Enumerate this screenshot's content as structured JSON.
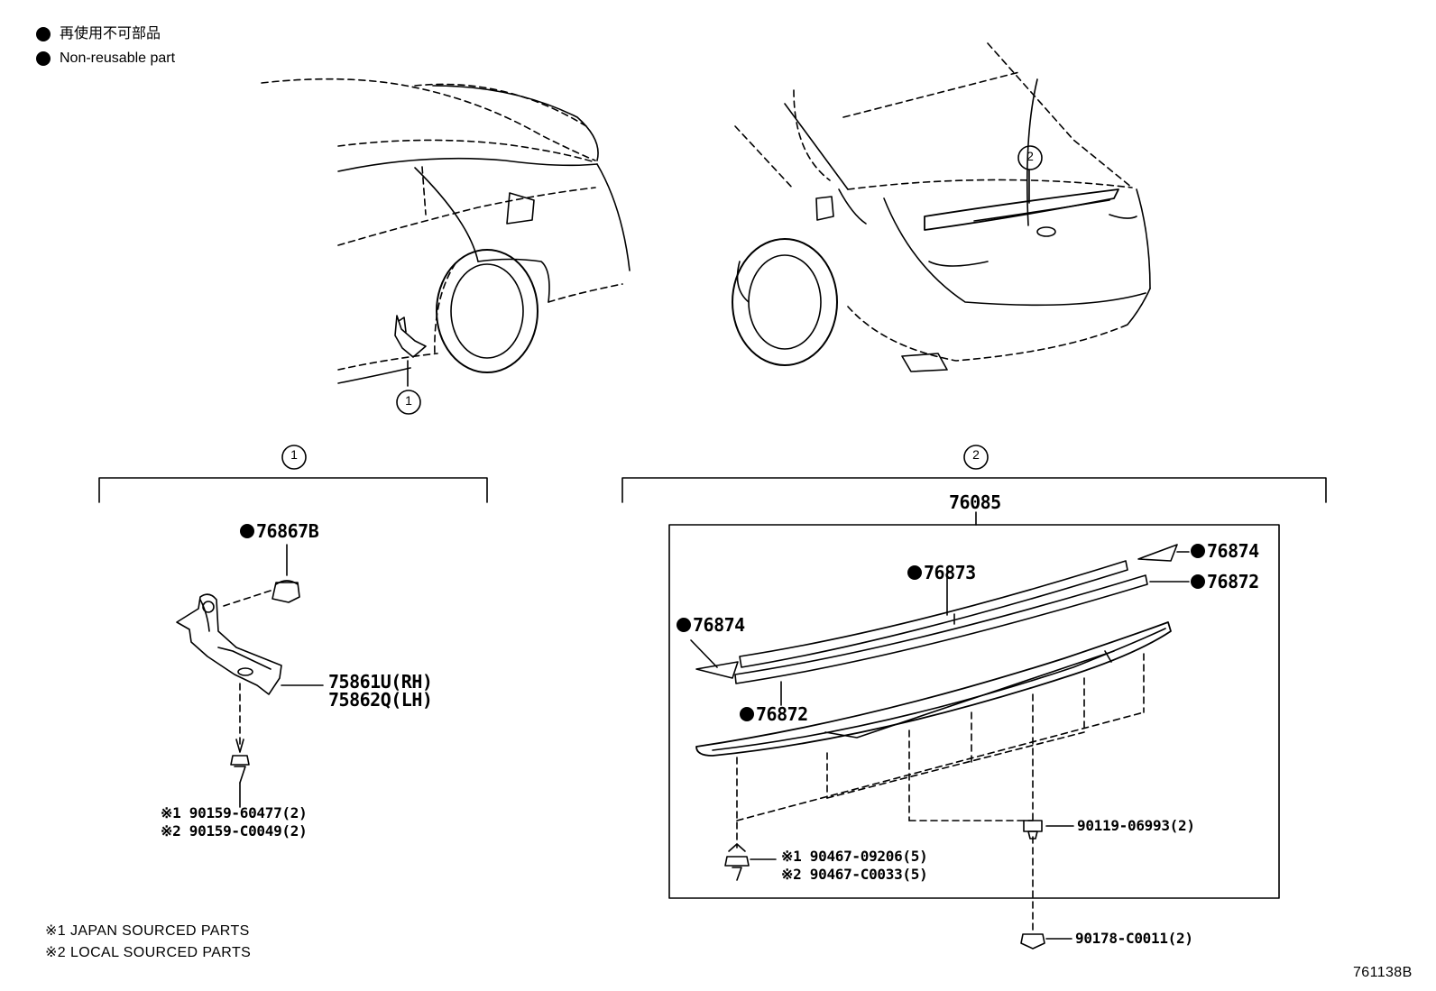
{
  "legend": {
    "non_reusable_jp": "再使用不可部品",
    "non_reusable_en": "Non-reusable part"
  },
  "callouts": {
    "one": "①",
    "two": "②"
  },
  "group1": {
    "clip_top": "76867B",
    "bracket_rh": "75861U(RH)",
    "bracket_lh": "75862Q(LH)",
    "screw_jp": "※1 90159-60477(2)",
    "screw_local": "※2 90159-C0049(2)"
  },
  "group2": {
    "assembly": "76085",
    "cap_right": "76874",
    "cap_left": "76874",
    "moulding_top": "76873",
    "strip_right": "76872",
    "strip_left": "76872",
    "clip_jp": "※1 90467-09206(5)",
    "clip_local": "※2 90467-C0033(5)",
    "bolt": "90119-06993(2)",
    "nut": "90178-C0011(2)"
  },
  "notes": {
    "japan": "※1 JAPAN SOURCED PARTS",
    "local": "※2 LOCAL SOURCED PARTS"
  },
  "figure_id": "761138B"
}
